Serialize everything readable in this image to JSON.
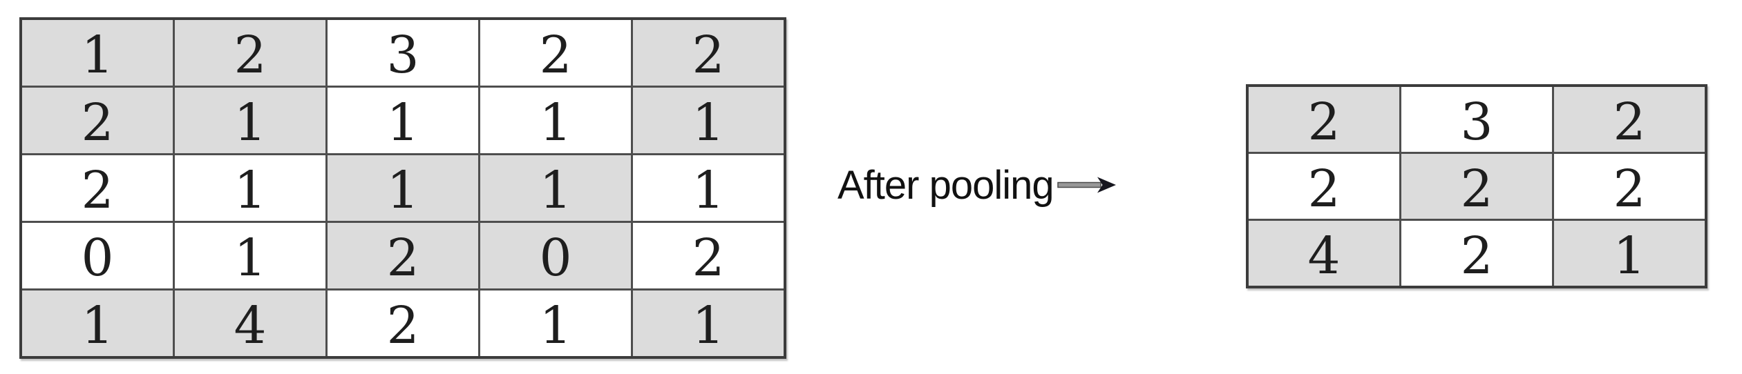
{
  "caption": {
    "label": "After pooling",
    "arrow_icon": "right-arrow"
  },
  "input_grid": {
    "rows": 5,
    "cols": 5,
    "values": [
      [
        1,
        2,
        3,
        2,
        2
      ],
      [
        2,
        1,
        1,
        1,
        1
      ],
      [
        2,
        1,
        1,
        1,
        1
      ],
      [
        0,
        1,
        2,
        0,
        2
      ],
      [
        1,
        4,
        2,
        1,
        1
      ]
    ],
    "shaded": [
      [
        1,
        1,
        0,
        0,
        1
      ],
      [
        1,
        1,
        0,
        0,
        1
      ],
      [
        0,
        0,
        1,
        1,
        0
      ],
      [
        0,
        0,
        1,
        1,
        0
      ],
      [
        1,
        1,
        0,
        0,
        1
      ]
    ]
  },
  "output_grid": {
    "rows": 3,
    "cols": 3,
    "values": [
      [
        2,
        3,
        2
      ],
      [
        2,
        2,
        2
      ],
      [
        4,
        2,
        1
      ]
    ],
    "shaded": [
      [
        1,
        0,
        1
      ],
      [
        0,
        1,
        0
      ],
      [
        1,
        0,
        1
      ]
    ]
  },
  "colors": {
    "shaded_cell": "#dcdcdc",
    "cell_border": "#4e4e4e",
    "outer_border": "#3c3c3c",
    "digit_text": "#1e1e1e",
    "label_text": "#111111",
    "arrow_shaft": "#989898",
    "arrow_edge": "#4a4a4a",
    "arrow_head": "#16161f"
  }
}
